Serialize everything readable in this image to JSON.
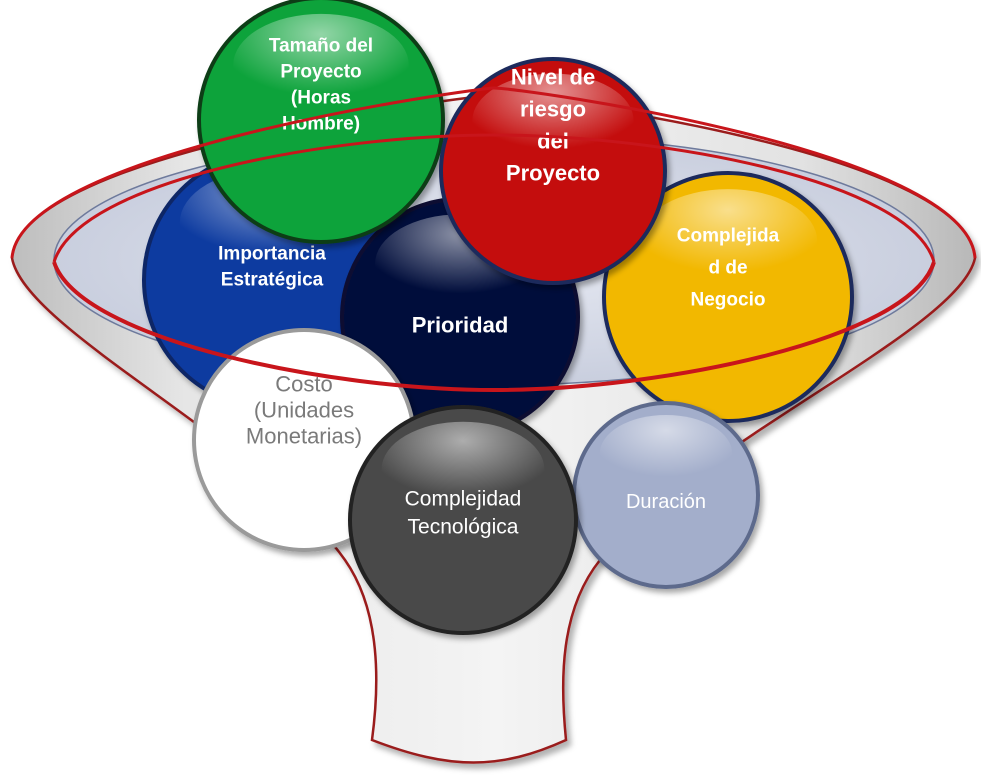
{
  "diagram": {
    "items": [
      {
        "id": "tamano",
        "lines": [
          "Tamaño del",
          "Proyecto",
          "(Horas",
          "Hombre)"
        ],
        "color": "#0ea33a"
      },
      {
        "id": "riesgo",
        "lines": [
          "Nivel de",
          "riesgo",
          "del",
          "Proyecto"
        ],
        "color": "#c40a0a"
      },
      {
        "id": "importancia",
        "lines": [
          "Importancia",
          "Estratégica"
        ],
        "color": "#0b3aa0"
      },
      {
        "id": "prioridad",
        "lines": [
          "Prioridad"
        ],
        "color": "#06083a"
      },
      {
        "id": "complejidad-negocio",
        "lines": [
          "Complejida",
          "d de",
          "Negocio"
        ],
        "color": "#f2b800"
      },
      {
        "id": "costo",
        "lines": [
          "Costo",
          "(Unidades",
          "Monetarias)"
        ],
        "color": "#ffffff"
      },
      {
        "id": "complejidad-tecnologica",
        "lines": [
          "Complejidad",
          "Tecnológica"
        ],
        "color": "#4a4a4a"
      },
      {
        "id": "duracion",
        "lines": [
          "Duración"
        ],
        "color": "#a3aecb"
      }
    ],
    "funnel_color": "#d9d9d9",
    "rim_color": "#c8151b",
    "bowl_color": "#c9cedd"
  }
}
